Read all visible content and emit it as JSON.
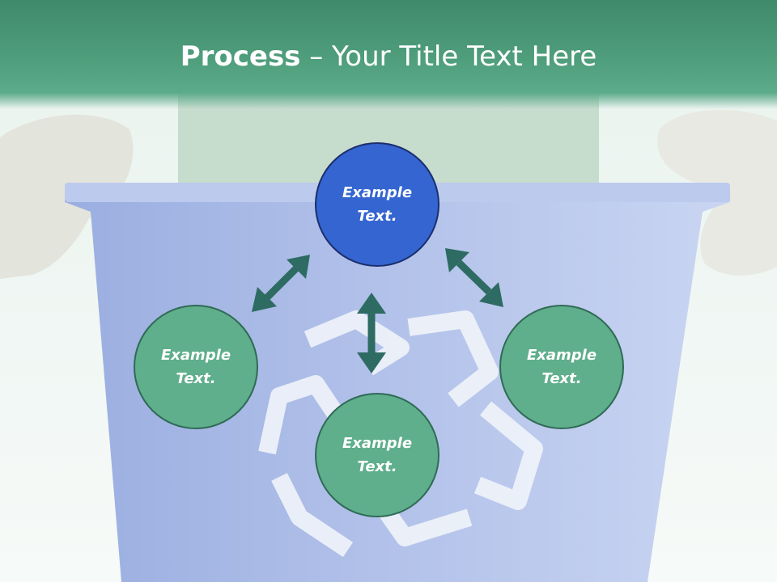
{
  "title": {
    "strong": "Process",
    "rest": " – Your Title Text Here"
  },
  "nodes": {
    "top": {
      "line1": "Example",
      "line2": "Text."
    },
    "left": {
      "line1": "Example",
      "line2": "Text."
    },
    "right": {
      "line1": "Example",
      "line2": "Text."
    },
    "bottom": {
      "line1": "Example",
      "line2": "Text."
    }
  },
  "colors": {
    "header": "#4f9e7c",
    "node_green": "#5fae8c",
    "node_blue": "#3465d1",
    "arrow": "#2e6b62",
    "bin": "#aebde6"
  }
}
